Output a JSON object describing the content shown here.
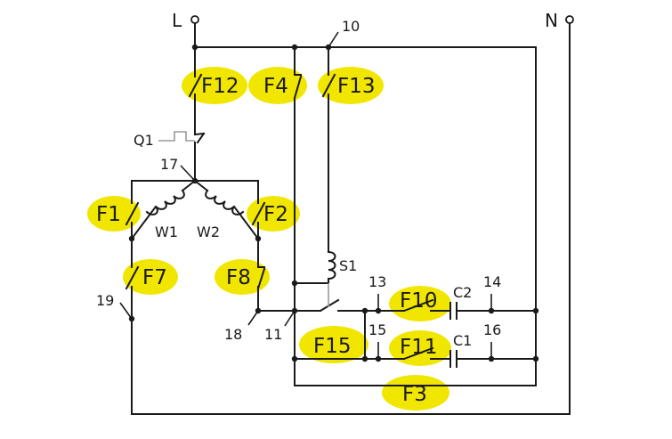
{
  "terminals": {
    "line": "L",
    "neutral": "N",
    "t10": "10"
  },
  "highlights": {
    "f12": "F12",
    "f4": "F4",
    "f13": "F13",
    "f1": "F1",
    "f2": "F2",
    "f7": "F7",
    "f8": "F8",
    "f10": "F10",
    "f11": "F11",
    "f15": "F15",
    "f3": "F3"
  },
  "labels": {
    "q1": "Q1",
    "n17": "17",
    "w1": "W1",
    "w2": "W2",
    "s1": "S1",
    "n13": "13",
    "n14": "14",
    "n15": "15",
    "n16": "16",
    "n18": "18",
    "n11": "11",
    "n19": "19",
    "c1": "C1",
    "c2": "C2"
  },
  "colors": {
    "highlight": "#f1e600",
    "wire": "#1a1a1a",
    "guide": "#9a9a9a"
  }
}
